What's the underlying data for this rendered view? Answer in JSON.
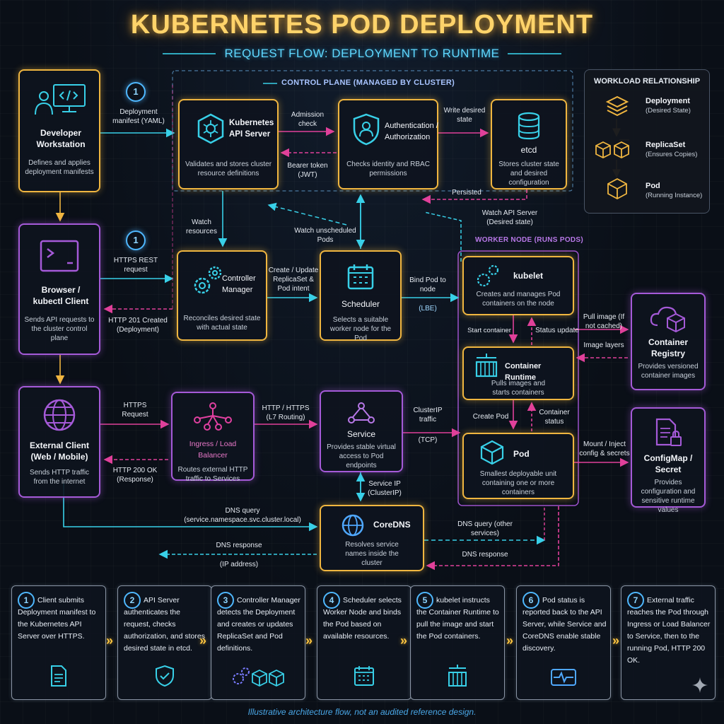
{
  "header": {
    "title": "KUBERNETES POD DEPLOYMENT",
    "subtitle": "REQUEST FLOW: DEPLOYMENT TO RUNTIME"
  },
  "zones": {
    "control_plane": "CONTROL PLANE (MANAGED BY CLUSTER)",
    "worker_node": "WORKER NODE (RUNS PODS)"
  },
  "nodes": {
    "developer": {
      "name": "Developer Workstation",
      "desc": "Defines and applies deployment manifests",
      "icon": "developer-monitor-icon"
    },
    "browser": {
      "name": "Browser / kubectl Client",
      "desc": "Sends API requests to the cluster control plane",
      "icon": "terminal-icon"
    },
    "external": {
      "name": "External Client (Web / Mobile)",
      "desc": "Sends HTTP traffic from the internet",
      "icon": "globe-icon"
    },
    "api_server": {
      "name": "Kubernetes API Server",
      "desc": "Validates and stores cluster resource definitions",
      "icon": "kubernetes-icon"
    },
    "auth": {
      "name": "Authentication / Authorization",
      "desc": "Checks identity and RBAC permissions",
      "icon": "shield-user-icon"
    },
    "etcd": {
      "name": "etcd",
      "desc": "Stores cluster state and desired configuration",
      "icon": "database-icon"
    },
    "controller": {
      "name": "Controller Manager",
      "desc": "Reconciles desired state with actual state",
      "icon": "gears-icon"
    },
    "scheduler": {
      "name": "Scheduler",
      "desc": "Selects a suitable worker node for the Pod",
      "icon": "calendar-icon"
    },
    "ingress": {
      "name": "Ingress / Load Balancer",
      "desc": "Routes external HTTP traffic to Services",
      "icon": "network-icon"
    },
    "service": {
      "name": "Service",
      "desc": "Provides stable virtual access to Pod endpoints",
      "icon": "service-nodes-icon"
    },
    "coredns": {
      "name": "CoreDNS",
      "desc": "Resolves service names inside the cluster",
      "icon": "dns-globe-icon"
    },
    "kubelet": {
      "name": "kubelet",
      "desc": "Creates and manages Pod containers on the node",
      "icon": "gears-icon"
    },
    "runtime": {
      "name": "Container Runtime",
      "desc": "Pulls images and starts containers",
      "icon": "container-icon"
    },
    "pod": {
      "name": "Pod",
      "desc": "Smallest deployable unit containing one or more containers",
      "icon": "cube-icon"
    },
    "registry": {
      "name": "Container Registry",
      "desc": "Provides versioned container images",
      "icon": "cloud-box-icon"
    },
    "configmap": {
      "name": "ConfigMap / Secret",
      "desc": "Provides configuration and sensitive runtime values",
      "icon": "document-lock-icon"
    }
  },
  "workload": {
    "title": "WORKLOAD RELATIONSHIP",
    "items": [
      {
        "name": "Deployment",
        "sub": "(Desired State)"
      },
      {
        "name": "ReplicaSet",
        "sub": "(Ensures Copies)"
      },
      {
        "name": "Pod",
        "sub": "(Running Instance)"
      }
    ]
  },
  "badges": [
    "1",
    "1"
  ],
  "labels": {
    "deploy_manifest": "Deployment manifest (YAML)",
    "admission": "Admission check",
    "bearer": "Bearer token (JWT)",
    "write_desired": "Write desired state",
    "persisted": "Persisted",
    "watch_resources": "Watch resources",
    "watch_unscheduled": "Watch unscheduled Pods",
    "watch_api": "Watch API Server (Desired state)",
    "https_rest": "HTTPS REST request",
    "http201": "HTTP 201 Created (Deployment)",
    "create_update": "Create / Update ReplicaSet & Pod intent",
    "bind_pod": "Bind Pod to node",
    "lbe": "(LBE)",
    "start_container": "Start container",
    "status_update": "Status update",
    "pull_image": "Pull image (If not cached)",
    "image_layers": "Image layers",
    "https_request": "HTTPS Request",
    "http_https": "HTTP / HTTPS (L7 Routing)",
    "clusterip": "ClusterIP traffic",
    "tcp": "(TCP)",
    "create_pod": "Create Pod",
    "container_status": "Container status",
    "mount": "Mount / Inject config & secrets",
    "http200": "HTTP 200 OK (Response)",
    "service_ip": "Service IP (ClusterIP)",
    "dns_query": "DNS query (service.namespace.svc.cluster.local)",
    "dns_response": "DNS response",
    "ip_address": "(IP address)",
    "dns_query_other": "DNS query (other services)",
    "dns_response_right": "DNS response"
  },
  "steps": [
    {
      "num": "1",
      "text": "Client submits Deployment manifest to the Kubernetes API Server over HTTPS.",
      "icon": "document-icon"
    },
    {
      "num": "2",
      "text": "API Server authenticates the request, checks authorization, and stores desired state in etcd.",
      "icon": "shield-check-icon"
    },
    {
      "num": "3",
      "text": "Controller Manager detects the Deployment and creates or updates ReplicaSet and Pod definitions.",
      "icon": "gears-cubes-icon"
    },
    {
      "num": "4",
      "text": "Scheduler selects Worker Node and binds the Pod based on available resources.",
      "icon": "calendar-icon"
    },
    {
      "num": "5",
      "text": "kubelet instructs the Container Runtime to pull the image and start the Pod containers.",
      "icon": "container-icon"
    },
    {
      "num": "6",
      "text": "Pod status is reported back to the API Server, while Service and CoreDNS enable stable discovery.",
      "icon": "heartbeat-icon"
    },
    {
      "num": "7",
      "text": "External traffic reaches the Pod through Ingress or Load Balancer to Service, then to the running Pod, HTTP 200 OK.",
      "icon": "sparkle-icon"
    }
  ],
  "footer": "Illustrative architecture flow, not an audited reference design.",
  "colors": {
    "gold": "#f0b640",
    "purple": "#a55ad8",
    "teal": "#3fc8c0",
    "cyan": "#38d0e8",
    "magenta": "#e0409a",
    "title": "#ffd36a"
  }
}
